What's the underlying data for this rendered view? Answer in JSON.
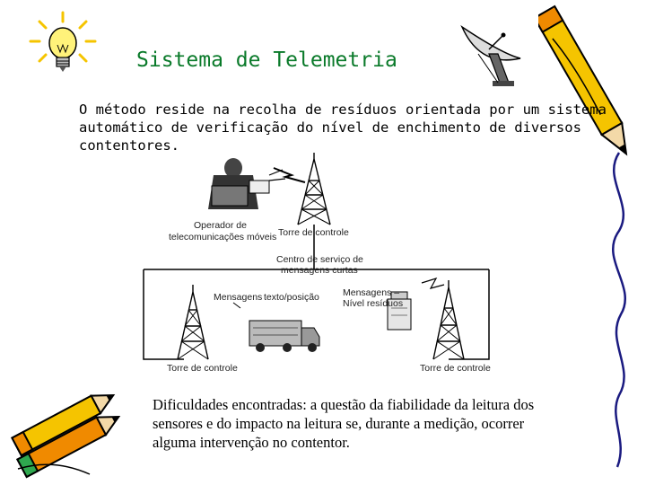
{
  "slide": {
    "title": "Sistema de Telemetria",
    "intro_lines": [
      "O método reside na recolha de resíduos orientada por um sistema",
      "automático de verificação do nível de enchimento de diversos",
      "contentores."
    ],
    "diagram": {
      "operator_label_1": "Operador de",
      "operator_label_2": "telecomunicações móveis",
      "tower_top_label": "Torre de controle",
      "center_label_1": "Centro de serviço de",
      "center_label_2": "mensagens curtas",
      "msg_left_label": "Mensagens",
      "msg_left_label_2": "texto/posição",
      "msg_right_label_1": "Mensagens –",
      "msg_right_label_2": "Nível resíduos",
      "tower_left_label": "Torre de controle",
      "tower_right_label": "Torre de controle"
    },
    "bottom_lines": [
      "Dificuldades encontradas: a questão da fiabilidade da leitura dos",
      "sensores e do impacto na leitura se, durante a medição, ocorrer",
      "alguma intervenção no contentor."
    ]
  },
  "icons": [
    "lightbulb-icon",
    "satellite-dish-icon",
    "pencil-icon",
    "pencils-icon"
  ],
  "colors": {
    "title": "#0a7a2a",
    "pencil_yellow": "#f5c400",
    "pencil_orange": "#f08a00"
  }
}
